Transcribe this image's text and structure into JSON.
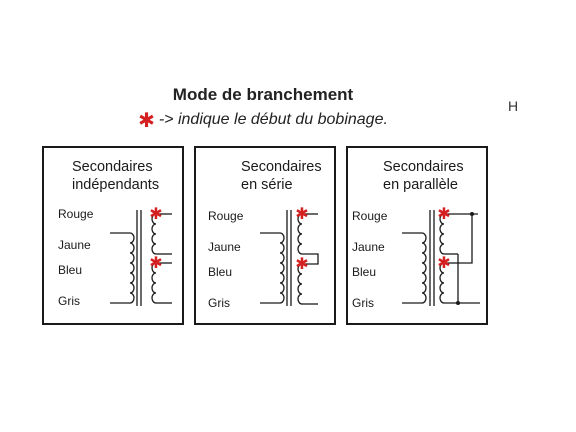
{
  "heading": {
    "title": "Mode de branchement",
    "marker": "✱",
    "legend": "-> indique le début du bobinage."
  },
  "edge_mark": "H",
  "panels": [
    {
      "title_line1": "Secondaires",
      "title_line2": "indépendants",
      "wires": [
        "Rouge",
        "Jaune",
        "Bleu",
        "Gris"
      ],
      "connection": "independent"
    },
    {
      "title_line1": "Secondaires",
      "title_line2": "en série",
      "wires": [
        "Rouge",
        "Jaune",
        "Bleu",
        "Gris"
      ],
      "connection": "series"
    },
    {
      "title_line1": "Secondaires",
      "title_line2": "en parallèle",
      "wires": [
        "Rouge",
        "Jaune",
        "Bleu",
        "Gris"
      ],
      "connection": "parallel"
    }
  ],
  "colors": {
    "marker": "#d42020",
    "ink": "#1a1a1a"
  }
}
